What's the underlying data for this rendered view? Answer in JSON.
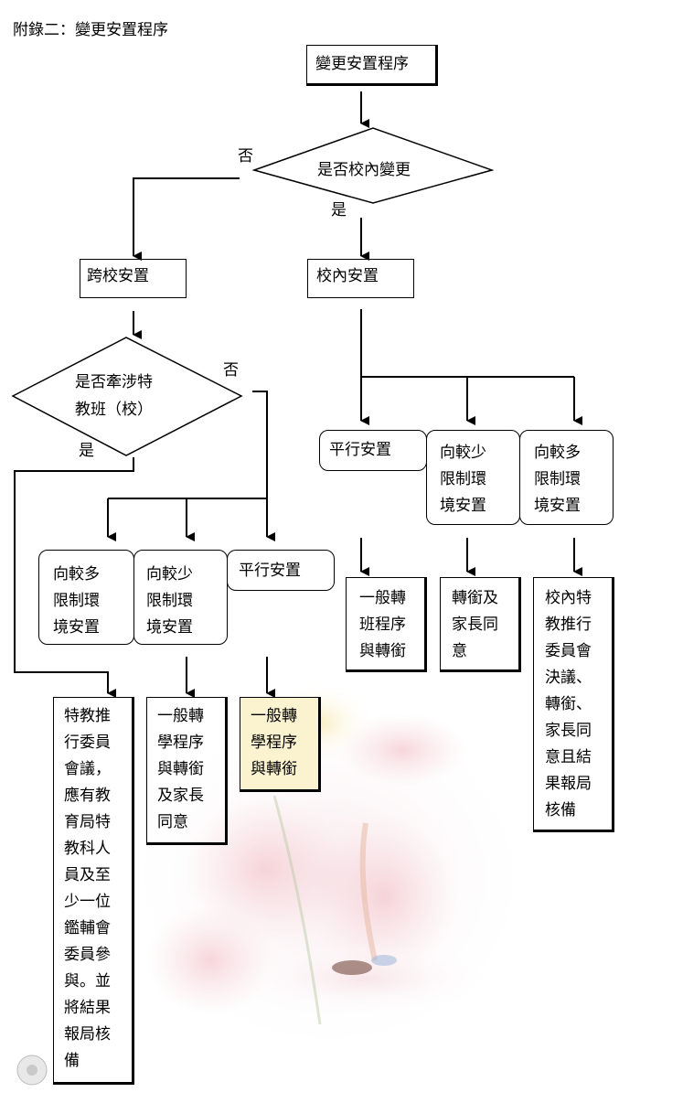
{
  "page_title": "附錄二：變更安置程序",
  "nodes": {
    "start": "變更安置程序",
    "q1": "是否校內變更",
    "q1_no": "否",
    "q1_yes": "是",
    "cross": "跨校安置",
    "inner": "校內安置",
    "q2_line1": "是否牽涉特",
    "q2_line2": "教班（校）",
    "q2_no": "否",
    "q2_yes": "是",
    "r_parallel": "平行安置",
    "r_less": [
      "向較少",
      "限制環",
      "境安置"
    ],
    "r_more": [
      "向較多",
      "限制環",
      "境安置"
    ],
    "l_more": [
      "向較多",
      "限制環",
      "境安置"
    ],
    "l_less": [
      "向較少",
      "限制環",
      "境安置"
    ],
    "l_parallel": "平行安置",
    "r_out1": [
      "一般轉",
      "班程序",
      "與轉銜"
    ],
    "r_out2": [
      "轉銜及",
      "家長同",
      "意"
    ],
    "r_out3": [
      "校內特",
      "教推行",
      "委員會",
      "決議、",
      "轉銜、",
      "家長同",
      "意且結",
      "果報局",
      "核備"
    ],
    "l_out1": [
      "特教推",
      "行委員",
      "會議，",
      "應有教",
      "育局特",
      "教科人",
      "員及至",
      "少一位",
      "鑑輔會",
      "委員參",
      "與。並",
      "將結果",
      "報局核",
      "備"
    ],
    "l_out2": [
      "一般轉",
      "學程序",
      "與轉銜",
      "及家長",
      "同意"
    ],
    "l_out3": [
      "一般轉",
      "學程序",
      "與轉銜"
    ]
  },
  "colors": {
    "line": "#000000",
    "highlight": "#fbf3cf"
  }
}
